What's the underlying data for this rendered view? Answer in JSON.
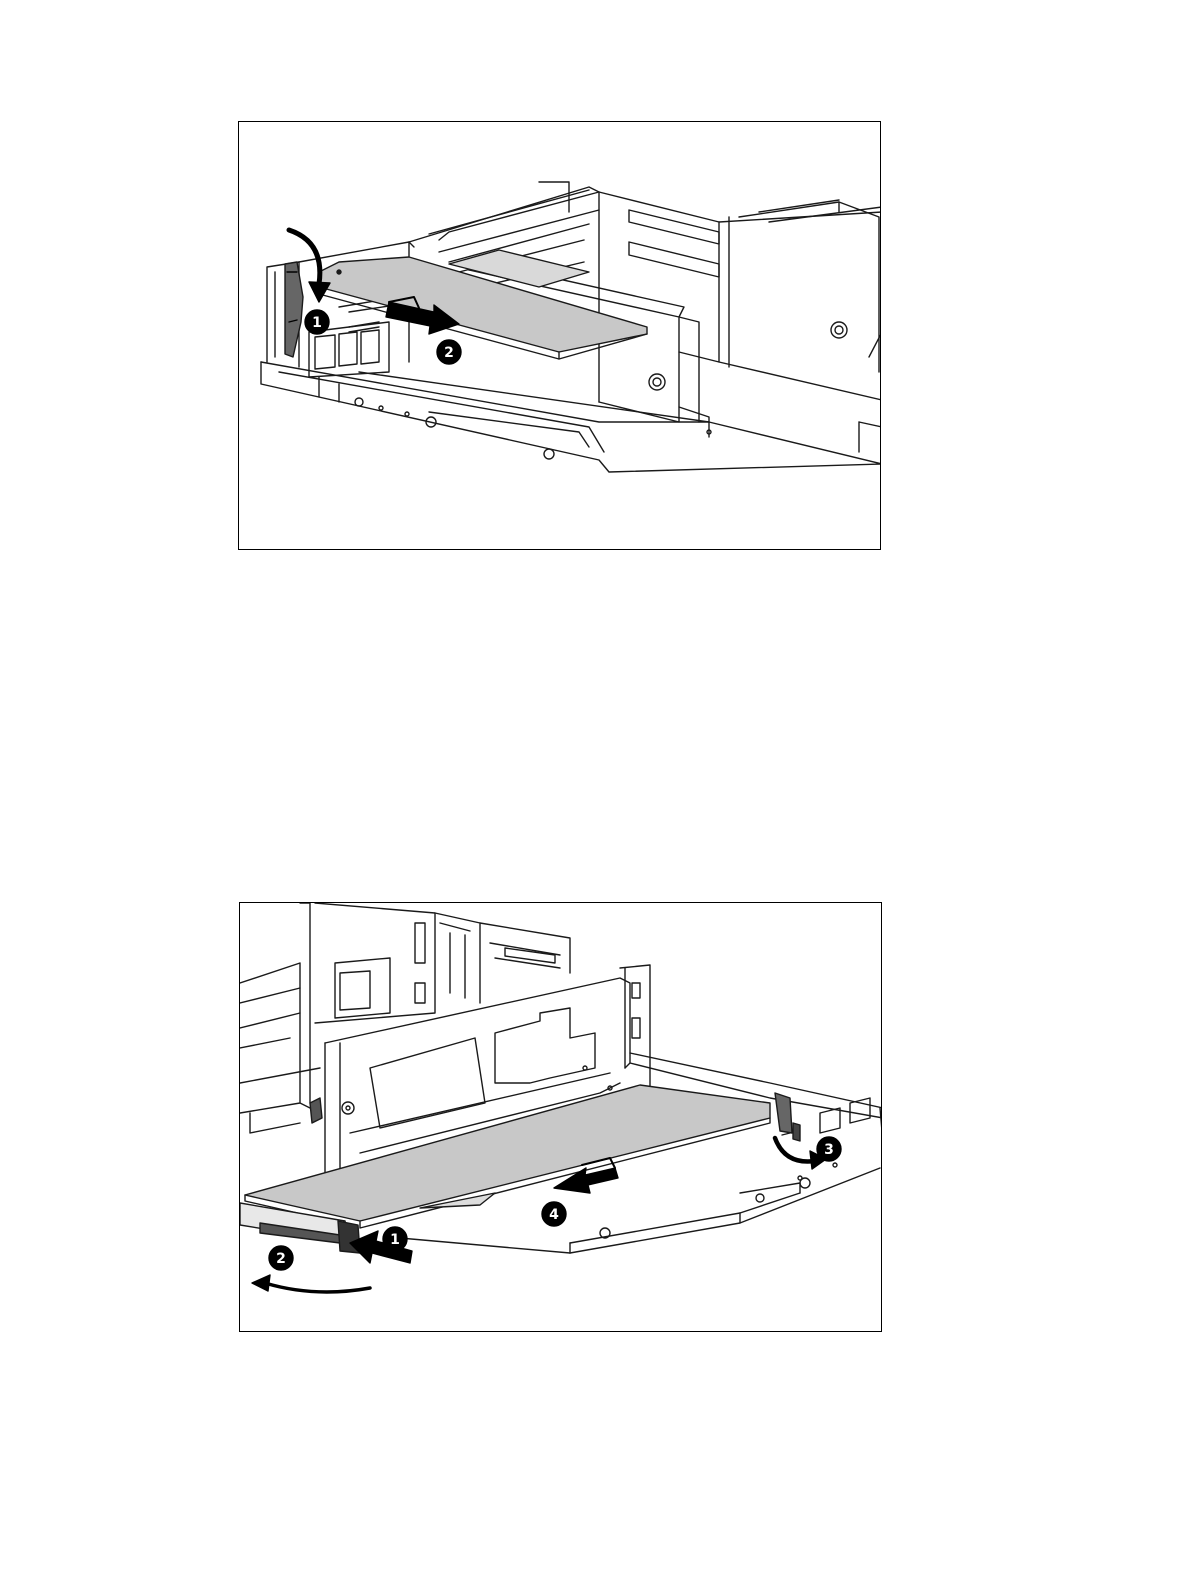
{
  "figures": [
    {
      "callouts": [
        "1",
        "2"
      ],
      "icons": [
        "curved-arrow-icon",
        "straight-arrow-icon"
      ],
      "colors": {
        "line": "#1a1a1a",
        "card_fill": "#c8c8c8",
        "callout_fill": "#000000"
      }
    },
    {
      "callouts": [
        "1",
        "2",
        "3",
        "4"
      ],
      "icons": [
        "push-arrow-icon",
        "curved-arrow-icon",
        "curved-arrow-icon",
        "straight-arrow-icon"
      ],
      "colors": {
        "line": "#1a1a1a",
        "card_fill": "#c8c8c8",
        "callout_fill": "#000000"
      }
    }
  ]
}
